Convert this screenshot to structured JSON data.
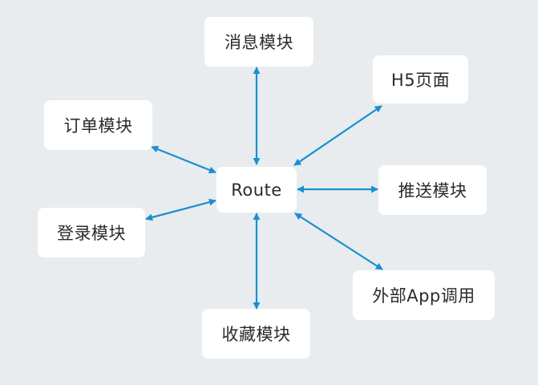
{
  "diagram": {
    "colors": {
      "background": "#e8ecef",
      "node": "#ffffff",
      "text": "#2b2b2b",
      "arrow": "#1a8fd1"
    },
    "nodes": {
      "route": "Route",
      "message": "消息模块",
      "h5": "H5页面",
      "order": "订单模块",
      "push": "推送模块",
      "login": "登录模块",
      "external": "外部App调用",
      "collect": "收藏模块"
    },
    "edges": [
      {
        "from": "route",
        "to": "message",
        "direction": "both"
      },
      {
        "from": "route",
        "to": "h5",
        "direction": "both"
      },
      {
        "from": "route",
        "to": "order",
        "direction": "both"
      },
      {
        "from": "route",
        "to": "push",
        "direction": "both"
      },
      {
        "from": "route",
        "to": "login",
        "direction": "both"
      },
      {
        "from": "route",
        "to": "external",
        "direction": "both"
      },
      {
        "from": "route",
        "to": "collect",
        "direction": "both"
      }
    ]
  }
}
